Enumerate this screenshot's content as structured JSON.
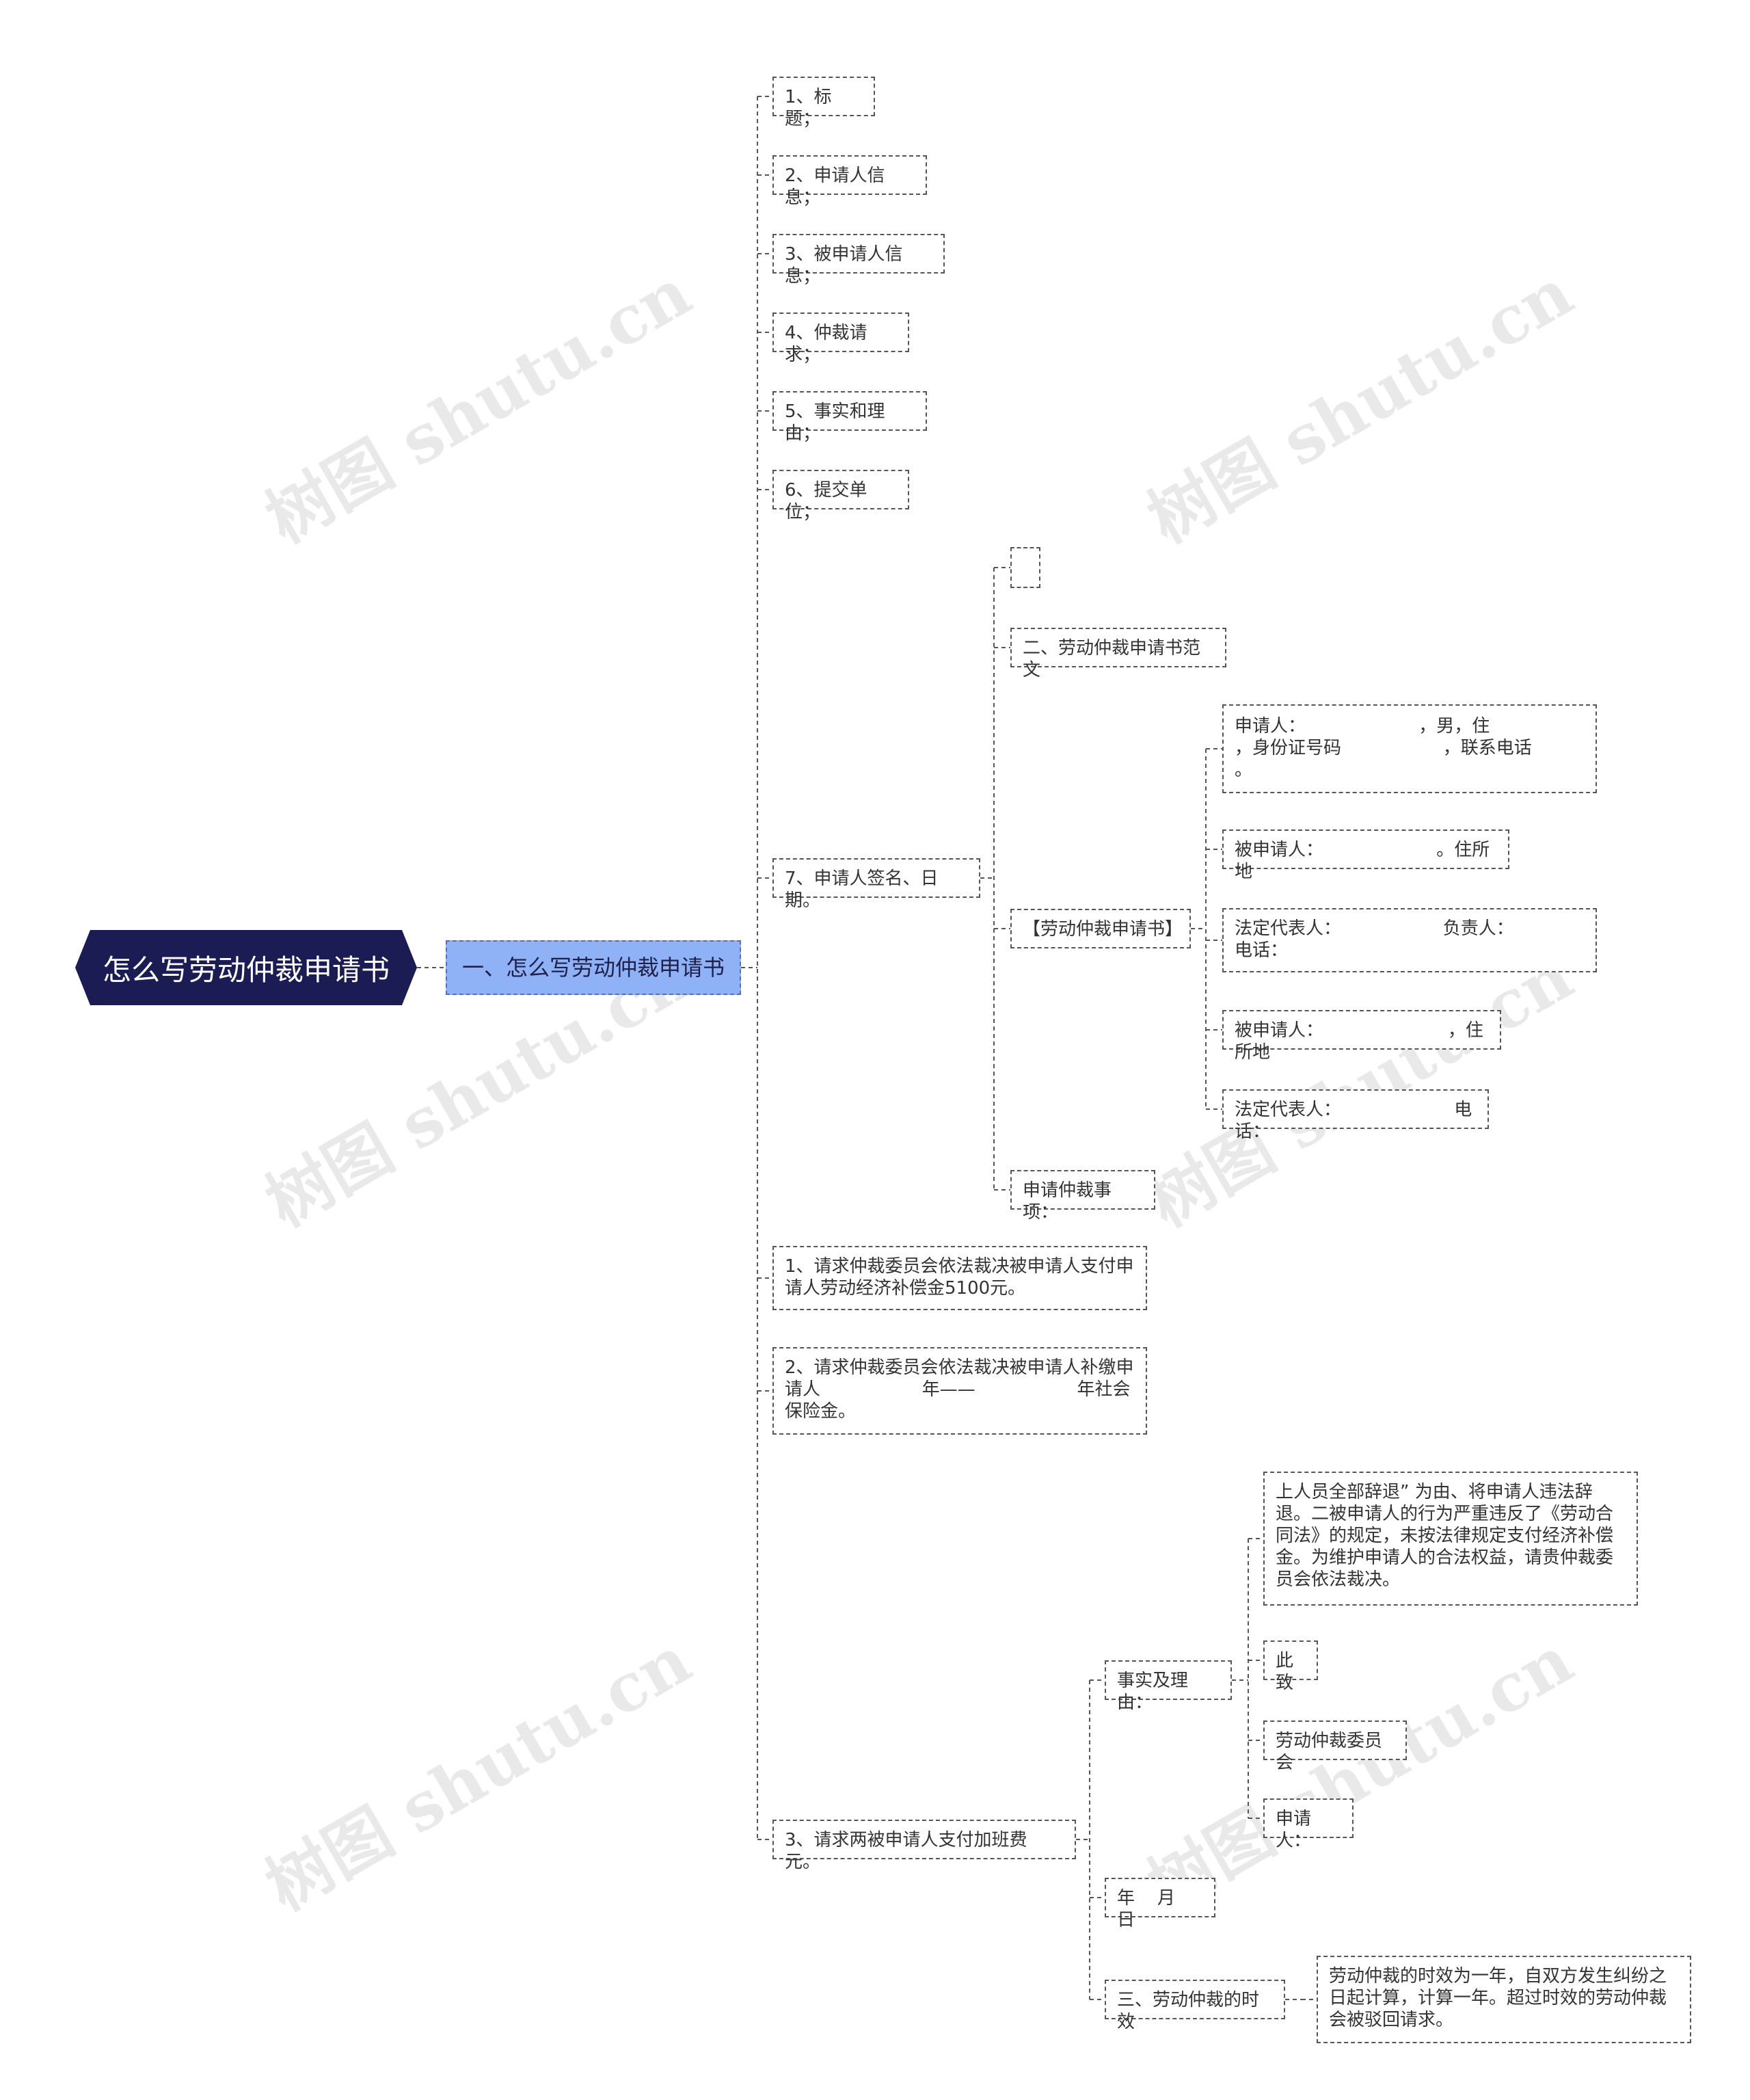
{
  "root": {
    "label": "怎么写劳动仲裁申请书"
  },
  "main": {
    "label": "一、怎么写劳动仲裁申请书"
  },
  "steps": [
    {
      "label": "1、标题；"
    },
    {
      "label": "2、申请人信息；"
    },
    {
      "label": "3、被申请人信息；"
    },
    {
      "label": "4、仲裁请求；"
    },
    {
      "label": "5、事实和理由；"
    },
    {
      "label": "6、提交单位；"
    },
    {
      "label": "7、申请人签名、日期。"
    }
  ],
  "step7_children": {
    "empty": {
      "label": ""
    },
    "sample_title": {
      "label": "二、劳动仲裁申请书范文"
    },
    "book": {
      "label": "【劳动仲裁申请书】"
    },
    "items": {
      "label": "申请仲裁事项："
    }
  },
  "book_children": [
    {
      "label": "申请人：                    ，男，住                    ，身份证号码                  ，联系电话          。"
    },
    {
      "label": "被申请人：                    。住所地"
    },
    {
      "label": "法定代表人：                  负责人：          电话："
    },
    {
      "label": "被申请人：                      ，住所地"
    },
    {
      "label": "法定代表人：                    电话："
    }
  ],
  "requests": [
    {
      "label": "1、请求仲裁委员会依法裁决被申请人支付申请人劳动经济补偿金5100元。"
    },
    {
      "label": "2、请求仲裁委员会依法裁决被申请人补缴申请人                  年——                  年社会保险金。"
    },
    {
      "label": "3、请求两被申请人支付加班费 元。"
    }
  ],
  "request3_children": {
    "facts": {
      "label": "事实及理由："
    },
    "date": {
      "label": "年    月    日"
    },
    "limit": {
      "label": "三、劳动仲裁的时效"
    }
  },
  "facts_children": [
    {
      "label": "上人员全部辞退” 为由、将申请人违法辞退。二被申请人的行为严重违反了《劳动合同法》的规定，未按法律规定支付经济补偿金。为维护申请人的合法权益，请贵仲裁委员会依法裁决。"
    },
    {
      "label": "此致"
    },
    {
      "label": "劳动仲裁委员会"
    },
    {
      "label": "申请人："
    }
  ],
  "limit_child": {
    "label": "劳动仲裁的时效为一年，自双方发生纠纷之日起计算，计算一年。超过时效的劳动仲裁会被驳回请求。"
  },
  "watermark": {
    "text": "树图 shutu.cn"
  }
}
